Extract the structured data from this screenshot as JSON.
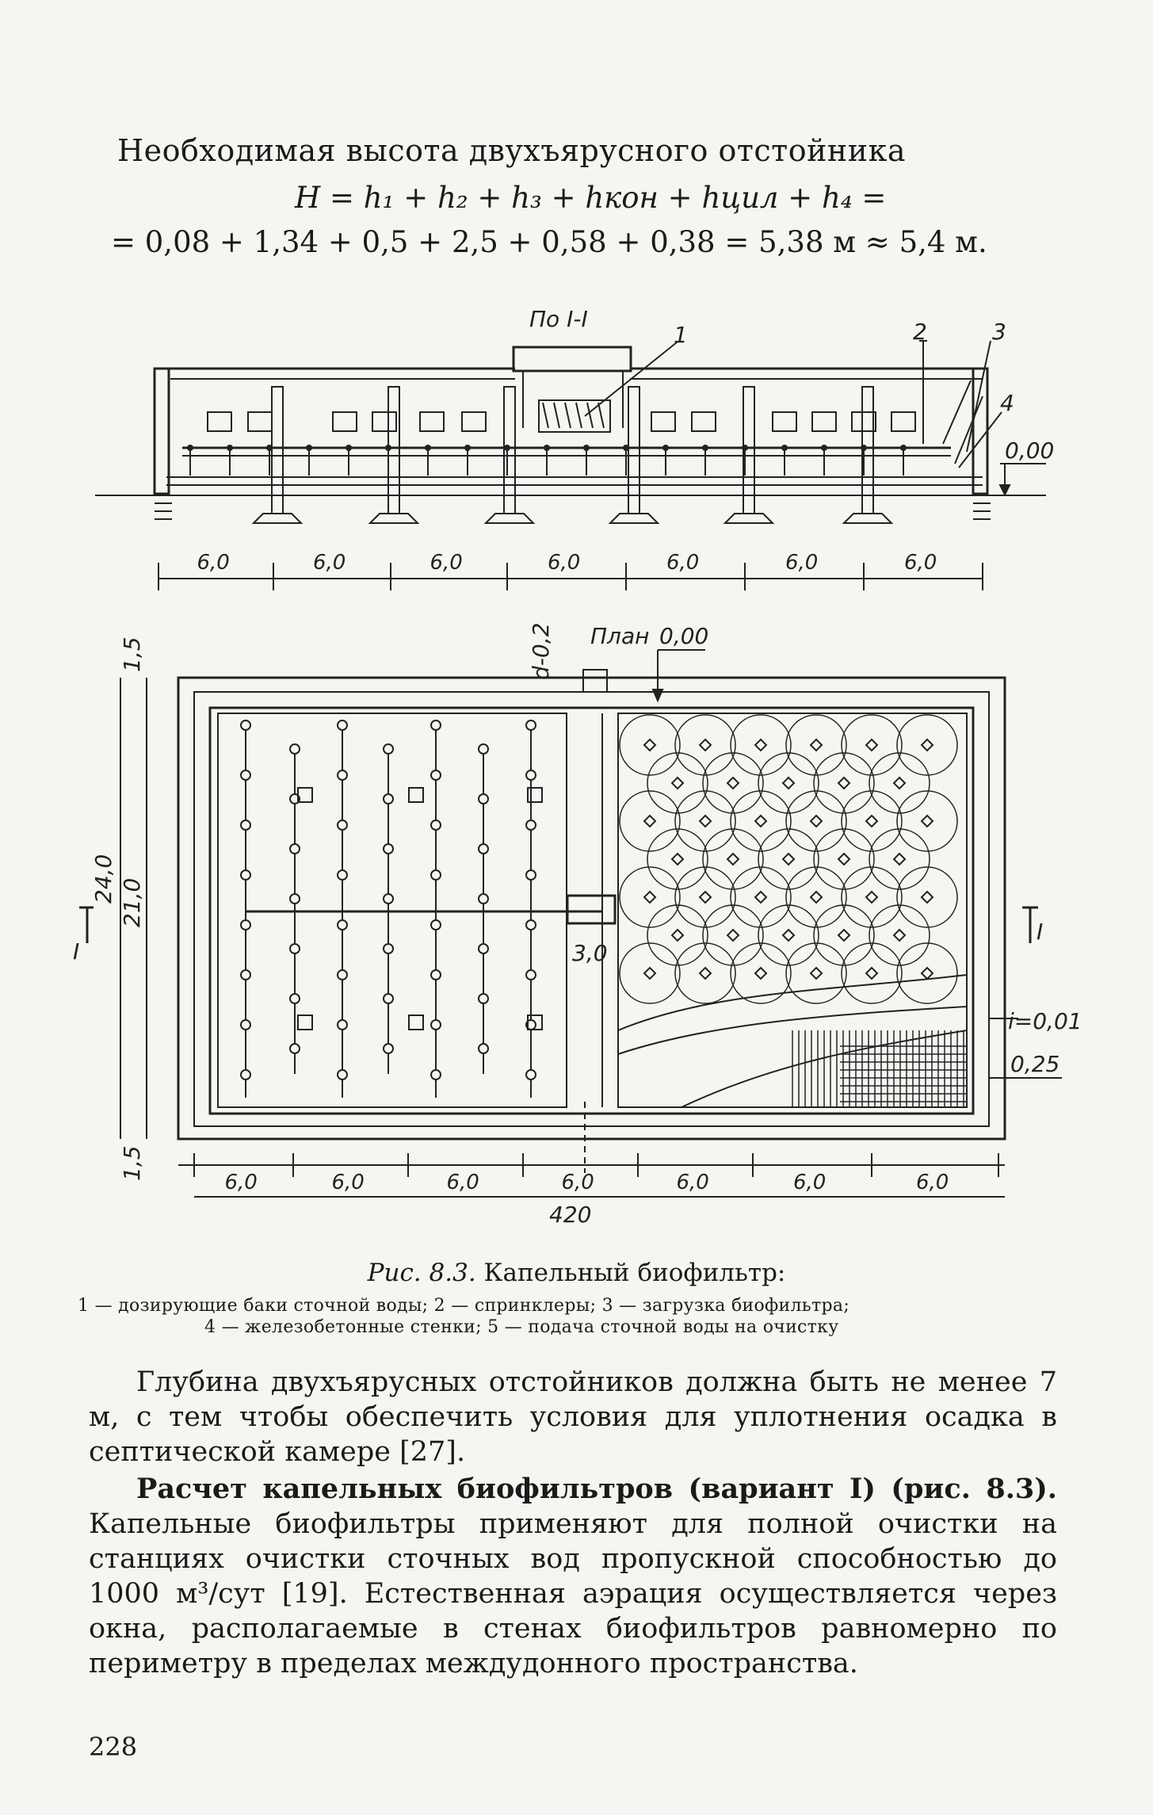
{
  "heading": "Необходимая высота двухъярусного отстойника",
  "formula_line1": "H = h₁ + h₂ + h₃ + hкон + hцил + h₄ =",
  "formula_line2": "= 0,08 + 1,34 + 0,5 + 2,5 + 0,58 + 0,38 = 5,38 м ≈ 5,4 м.",
  "figure": {
    "section_label": "По I-I",
    "plan_label": "План",
    "callouts": [
      "1",
      "2",
      "3",
      "4"
    ],
    "level_section": "0,00",
    "level_plan": "0,00",
    "wall_thickness": "d-0,2",
    "bay_widths": [
      "6,0",
      "6,0",
      "6,0",
      "6,0",
      "6,0",
      "6,0",
      "6,0"
    ],
    "total_length": "420",
    "dim_outer": "24,0",
    "dim_inner": "21,0",
    "dim_top": "1,5",
    "dim_bottom": "1,5",
    "channel_width": "3,0",
    "slope": "i=0,01",
    "depth": "0,25",
    "section_mark_left": "I",
    "section_mark_right": "I"
  },
  "caption": {
    "number": "Рис. 8.3.",
    "title": "Капельный биофильтр:",
    "legend_line1": "1 — дозирующие баки сточной воды; 2 — спринклеры; 3 — загрузка биофильтра;",
    "legend_line2": "4 — железобетонные стенки; 5 — подача сточной воды на очистку"
  },
  "paragraph1": "Глубина двухъярусных отстойников должна быть не менее 7 м, с тем чтобы обеспечить условия для уплотнения осадка в септической камере [27].",
  "paragraph2_bold": "Расчет капельных биофильтров (вариант I) (рис. 8.3).",
  "paragraph2_text": "Капельные биофильтры применяют для полной очистки на станциях очистки сточных вод пропускной способностью до 1000 м³/сут [19]. Естественная аэрация осуществляется через окна, располагаемые в стенах биофильтров равномерно по периметру в пределах междудонного пространства.",
  "page_number": "228"
}
